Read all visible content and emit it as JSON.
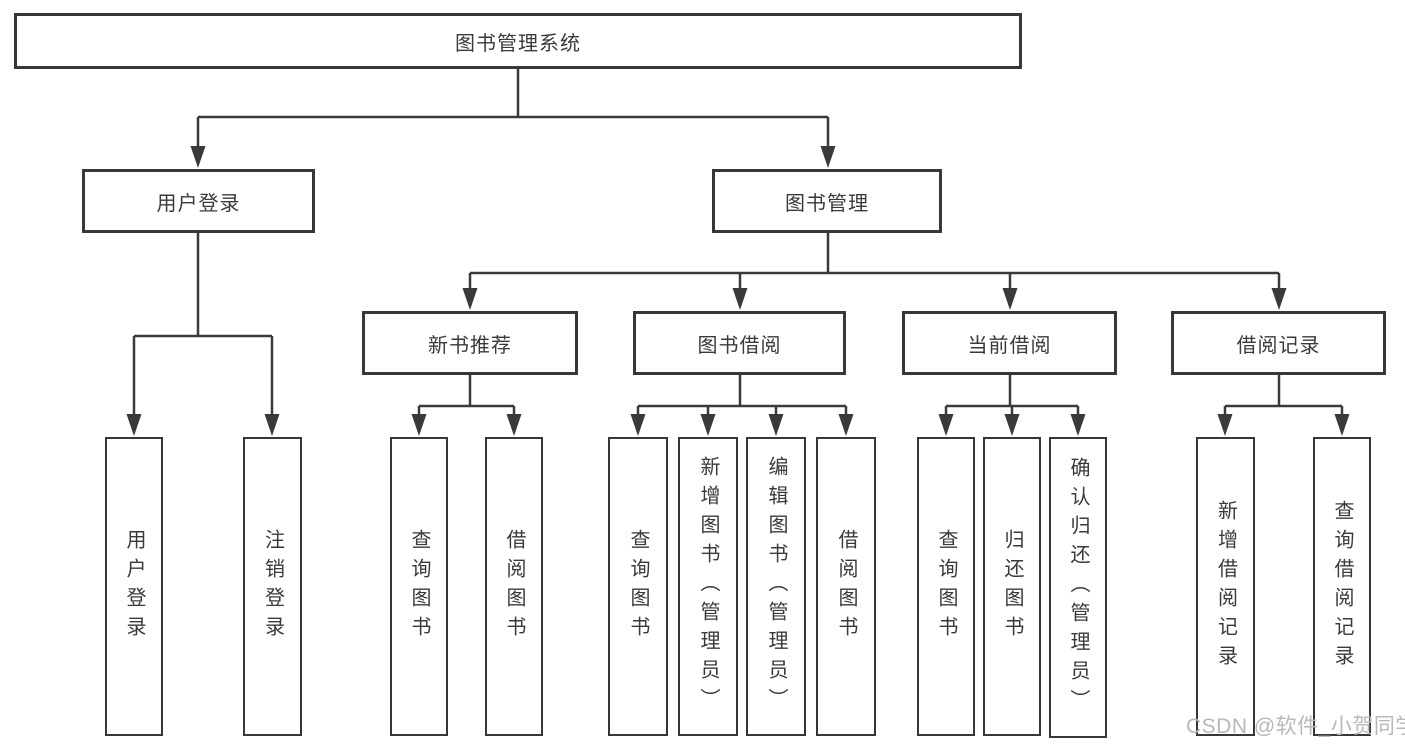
{
  "tree": {
    "label": "图书管理系统",
    "children": [
      {
        "label": "用户登录",
        "children": [
          {
            "label": "用户登录"
          },
          {
            "label": "注销登录"
          }
        ]
      },
      {
        "label": "图书管理",
        "children": [
          {
            "label": "新书推荐",
            "children": [
              {
                "label": "查询图书"
              },
              {
                "label": "借阅图书"
              }
            ]
          },
          {
            "label": "图书借阅",
            "children": [
              {
                "label": "查询图书"
              },
              {
                "label": "新增图书（管理员）"
              },
              {
                "label": "编辑图书（管理员）"
              },
              {
                "label": "借阅图书"
              }
            ]
          },
          {
            "label": "当前借阅",
            "children": [
              {
                "label": "查询图书"
              },
              {
                "label": "归还图书"
              },
              {
                "label": "确认归还（管理员）"
              }
            ]
          },
          {
            "label": "借阅记录",
            "children": [
              {
                "label": "新增借阅记录"
              },
              {
                "label": "查询借阅记录"
              }
            ]
          }
        ]
      }
    ]
  },
  "watermark": "CSDN @软件_小贺同学",
  "colors": {
    "line": "#3a3a3a",
    "border": "#373737",
    "text": "#3a3a3a",
    "watermark": "#b8b8b8",
    "background": "#ffffff"
  }
}
